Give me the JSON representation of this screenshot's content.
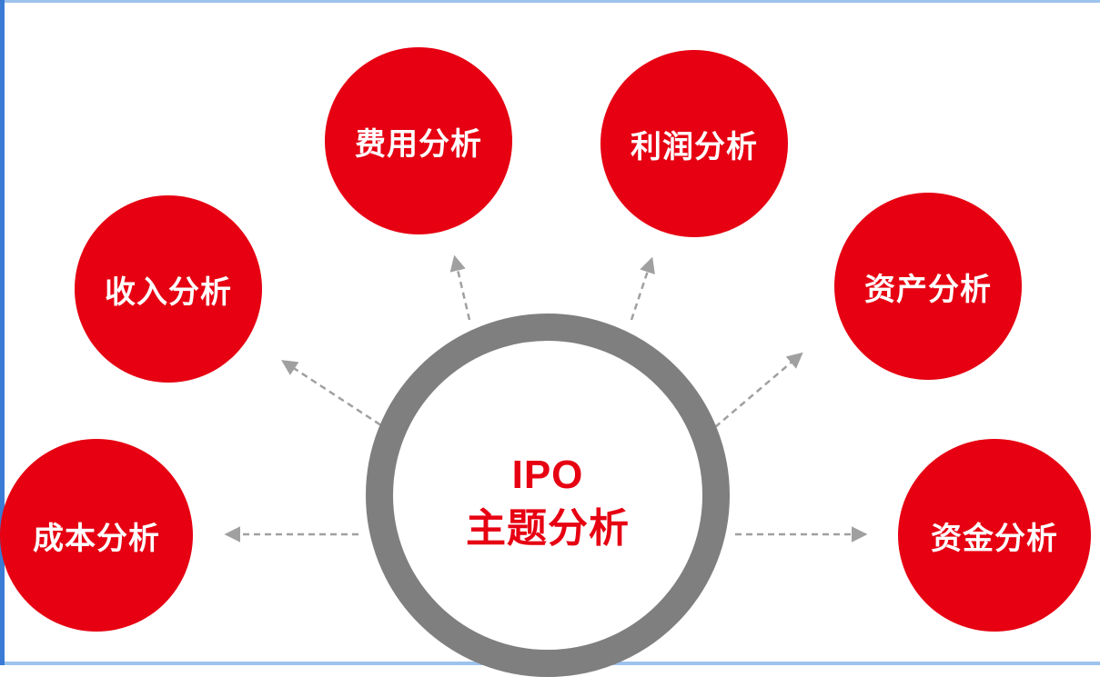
{
  "diagram": {
    "title": "IPO 主题分析 diagram",
    "center": {
      "line1": "IPO",
      "line2": "主题分析"
    },
    "nodes": [
      {
        "id": "expense-analysis",
        "label": "费用分析",
        "position": "top-left"
      },
      {
        "id": "profit-analysis",
        "label": "利润分析",
        "position": "top-right"
      },
      {
        "id": "revenue-analysis",
        "label": "收入分析",
        "position": "upper-left"
      },
      {
        "id": "asset-analysis",
        "label": "资产分析",
        "position": "upper-right"
      },
      {
        "id": "cost-analysis",
        "label": "成本分析",
        "position": "lower-left"
      },
      {
        "id": "capital-analysis",
        "label": "资金分析",
        "position": "lower-right"
      }
    ],
    "colors": {
      "node_fill": "#e60012",
      "node_text": "#ffffff",
      "ring": "#7f7f7f",
      "center_text": "#e60012",
      "arrow": "#a0a0a0",
      "frame_accent": "#3a7bd5"
    }
  }
}
